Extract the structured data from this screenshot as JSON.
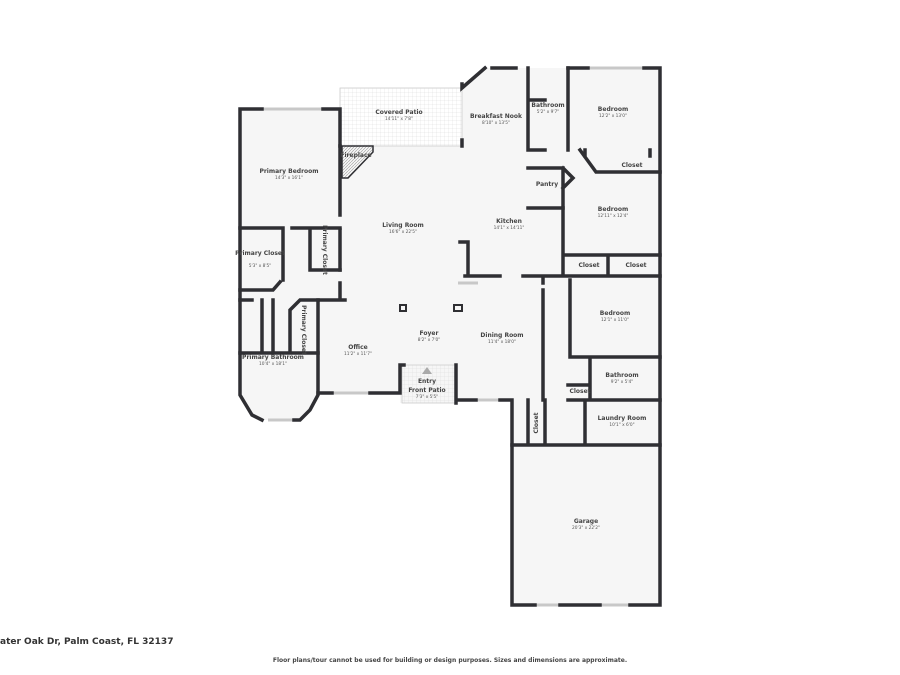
{
  "rooms": {
    "covered_patio": {
      "name": "Covered Patio",
      "dims": "14'11\" x 7'8\""
    },
    "breakfast_nook": {
      "name": "Breakfast Nook",
      "dims": "8'10\" x 13'5\""
    },
    "bathroom_1": {
      "name": "Bathroom",
      "dims": "5'2\" x 9'7\""
    },
    "bedroom_1": {
      "name": "Bedroom",
      "dims": "12'2\" x 13'0\""
    },
    "fireplace": {
      "name": "Fireplace"
    },
    "primary_bedroom": {
      "name": "Primary Bedroom",
      "dims": "14'3\" x 16'1\""
    },
    "closet_1": {
      "name": "Closet"
    },
    "pantry": {
      "name": "Pantry"
    },
    "bedroom_2": {
      "name": "Bedroom",
      "dims": "12'11\" x 12'4\""
    },
    "living_room": {
      "name": "Living Room",
      "dims": "16'6\" x 22'5\""
    },
    "kitchen": {
      "name": "Kitchen",
      "dims": "14'1\" x 14'11\""
    },
    "primary_closet_1": {
      "name": "Primary Closet",
      "dims": "5'3\" x 8'5\""
    },
    "primary_closet_2": {
      "name": "Primary Closet"
    },
    "closet_2": {
      "name": "Closet"
    },
    "closet_3": {
      "name": "Closet"
    },
    "bedroom_3": {
      "name": "Bedroom",
      "dims": "12'1\" x 11'0\""
    },
    "primary_closet_3": {
      "name": "Primary Closet"
    },
    "office": {
      "name": "Office",
      "dims": "11'2\" x 11'7\""
    },
    "foyer": {
      "name": "Foyer",
      "dims": "8'2\" x 7'0\""
    },
    "dining_room": {
      "name": "Dining Room",
      "dims": "11'4\" x 18'0\""
    },
    "primary_bathroom": {
      "name": "Primary Bathroom",
      "dims": "10'4\" x 18'1\""
    },
    "entry": {
      "name": "Entry"
    },
    "front_patio": {
      "name": "Front Patio",
      "dims": "7'3\" x 5'5\""
    },
    "bathroom_2": {
      "name": "Bathroom",
      "dims": "9'2\" x 5'4\""
    },
    "closet_4": {
      "name": "Closet"
    },
    "laundry_room": {
      "name": "Laundry Room",
      "dims": "10'1\" x 6'0\""
    },
    "closet_5": {
      "name": "Closet"
    },
    "garage": {
      "name": "Garage",
      "dims": "20'3\" x 22'2\""
    }
  },
  "footer": {
    "address": "ater Oak Dr, Palm Coast, FL 32137",
    "disclaimer": "Floor plans/tour cannot be used for building or design purposes. Sizes and dimensions are approximate."
  },
  "colors": {
    "wall": "#2f2f33",
    "floor": "#f6f6f6",
    "patio_fill": "#ececec"
  }
}
